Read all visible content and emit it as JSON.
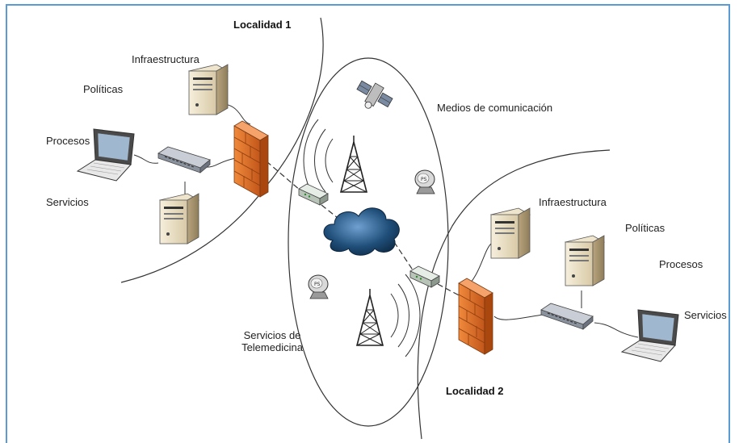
{
  "locality1": {
    "title": "Localidad 1",
    "infraestructura": "Infraestructura",
    "politicas": "Políticas",
    "procesos": "Procesos",
    "servicios": "Servicios"
  },
  "middle": {
    "medios": "Medios de comunicación",
    "telemedicina_line1": "Servicios de",
    "telemedicina_line2": "Telemedicina"
  },
  "locality2": {
    "title": "Localidad 2",
    "infraestructura": "Infraestructura",
    "politicas": "Políticas",
    "procesos": "Procesos",
    "servicios": "Servicios"
  },
  "icons": {
    "server": "server-icon",
    "laptop": "laptop-icon",
    "switch": "switch-icon",
    "firewall": "firewall-icon",
    "modem": "modem-icon",
    "cloud": "cloud-icon",
    "tower": "antenna-tower-icon",
    "satellite": "satellite-icon",
    "dish": "satellite-dish-icon"
  },
  "colors": {
    "frame": "#5b9bd5",
    "firewall": "#e8712a",
    "cloud": "#1f4e79",
    "server": "#e9dcc0"
  }
}
